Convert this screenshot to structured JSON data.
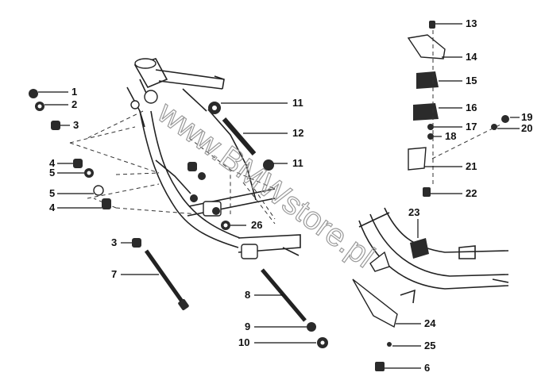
{
  "diagram": {
    "watermark": "www.BMWstore.pl",
    "callouts": [
      {
        "id": "1",
        "label": "1"
      },
      {
        "id": "2",
        "label": "2"
      },
      {
        "id": "3a",
        "label": "3"
      },
      {
        "id": "4a",
        "label": "4"
      },
      {
        "id": "5a",
        "label": "5"
      },
      {
        "id": "5b",
        "label": "5"
      },
      {
        "id": "4b",
        "label": "4"
      },
      {
        "id": "3b",
        "label": "3"
      },
      {
        "id": "7",
        "label": "7"
      },
      {
        "id": "8",
        "label": "8"
      },
      {
        "id": "9",
        "label": "9"
      },
      {
        "id": "10",
        "label": "10"
      },
      {
        "id": "11a",
        "label": "11"
      },
      {
        "id": "12",
        "label": "12"
      },
      {
        "id": "11b",
        "label": "11"
      },
      {
        "id": "26",
        "label": "26"
      },
      {
        "id": "13",
        "label": "13"
      },
      {
        "id": "14",
        "label": "14"
      },
      {
        "id": "15",
        "label": "15"
      },
      {
        "id": "16",
        "label": "16"
      },
      {
        "id": "17",
        "label": "17"
      },
      {
        "id": "18",
        "label": "18"
      },
      {
        "id": "19",
        "label": "19"
      },
      {
        "id": "20",
        "label": "20"
      },
      {
        "id": "21",
        "label": "21"
      },
      {
        "id": "22",
        "label": "22"
      },
      {
        "id": "23",
        "label": "23"
      },
      {
        "id": "24",
        "label": "24"
      },
      {
        "id": "25",
        "label": "25"
      },
      {
        "id": "6",
        "label": "6"
      }
    ]
  }
}
